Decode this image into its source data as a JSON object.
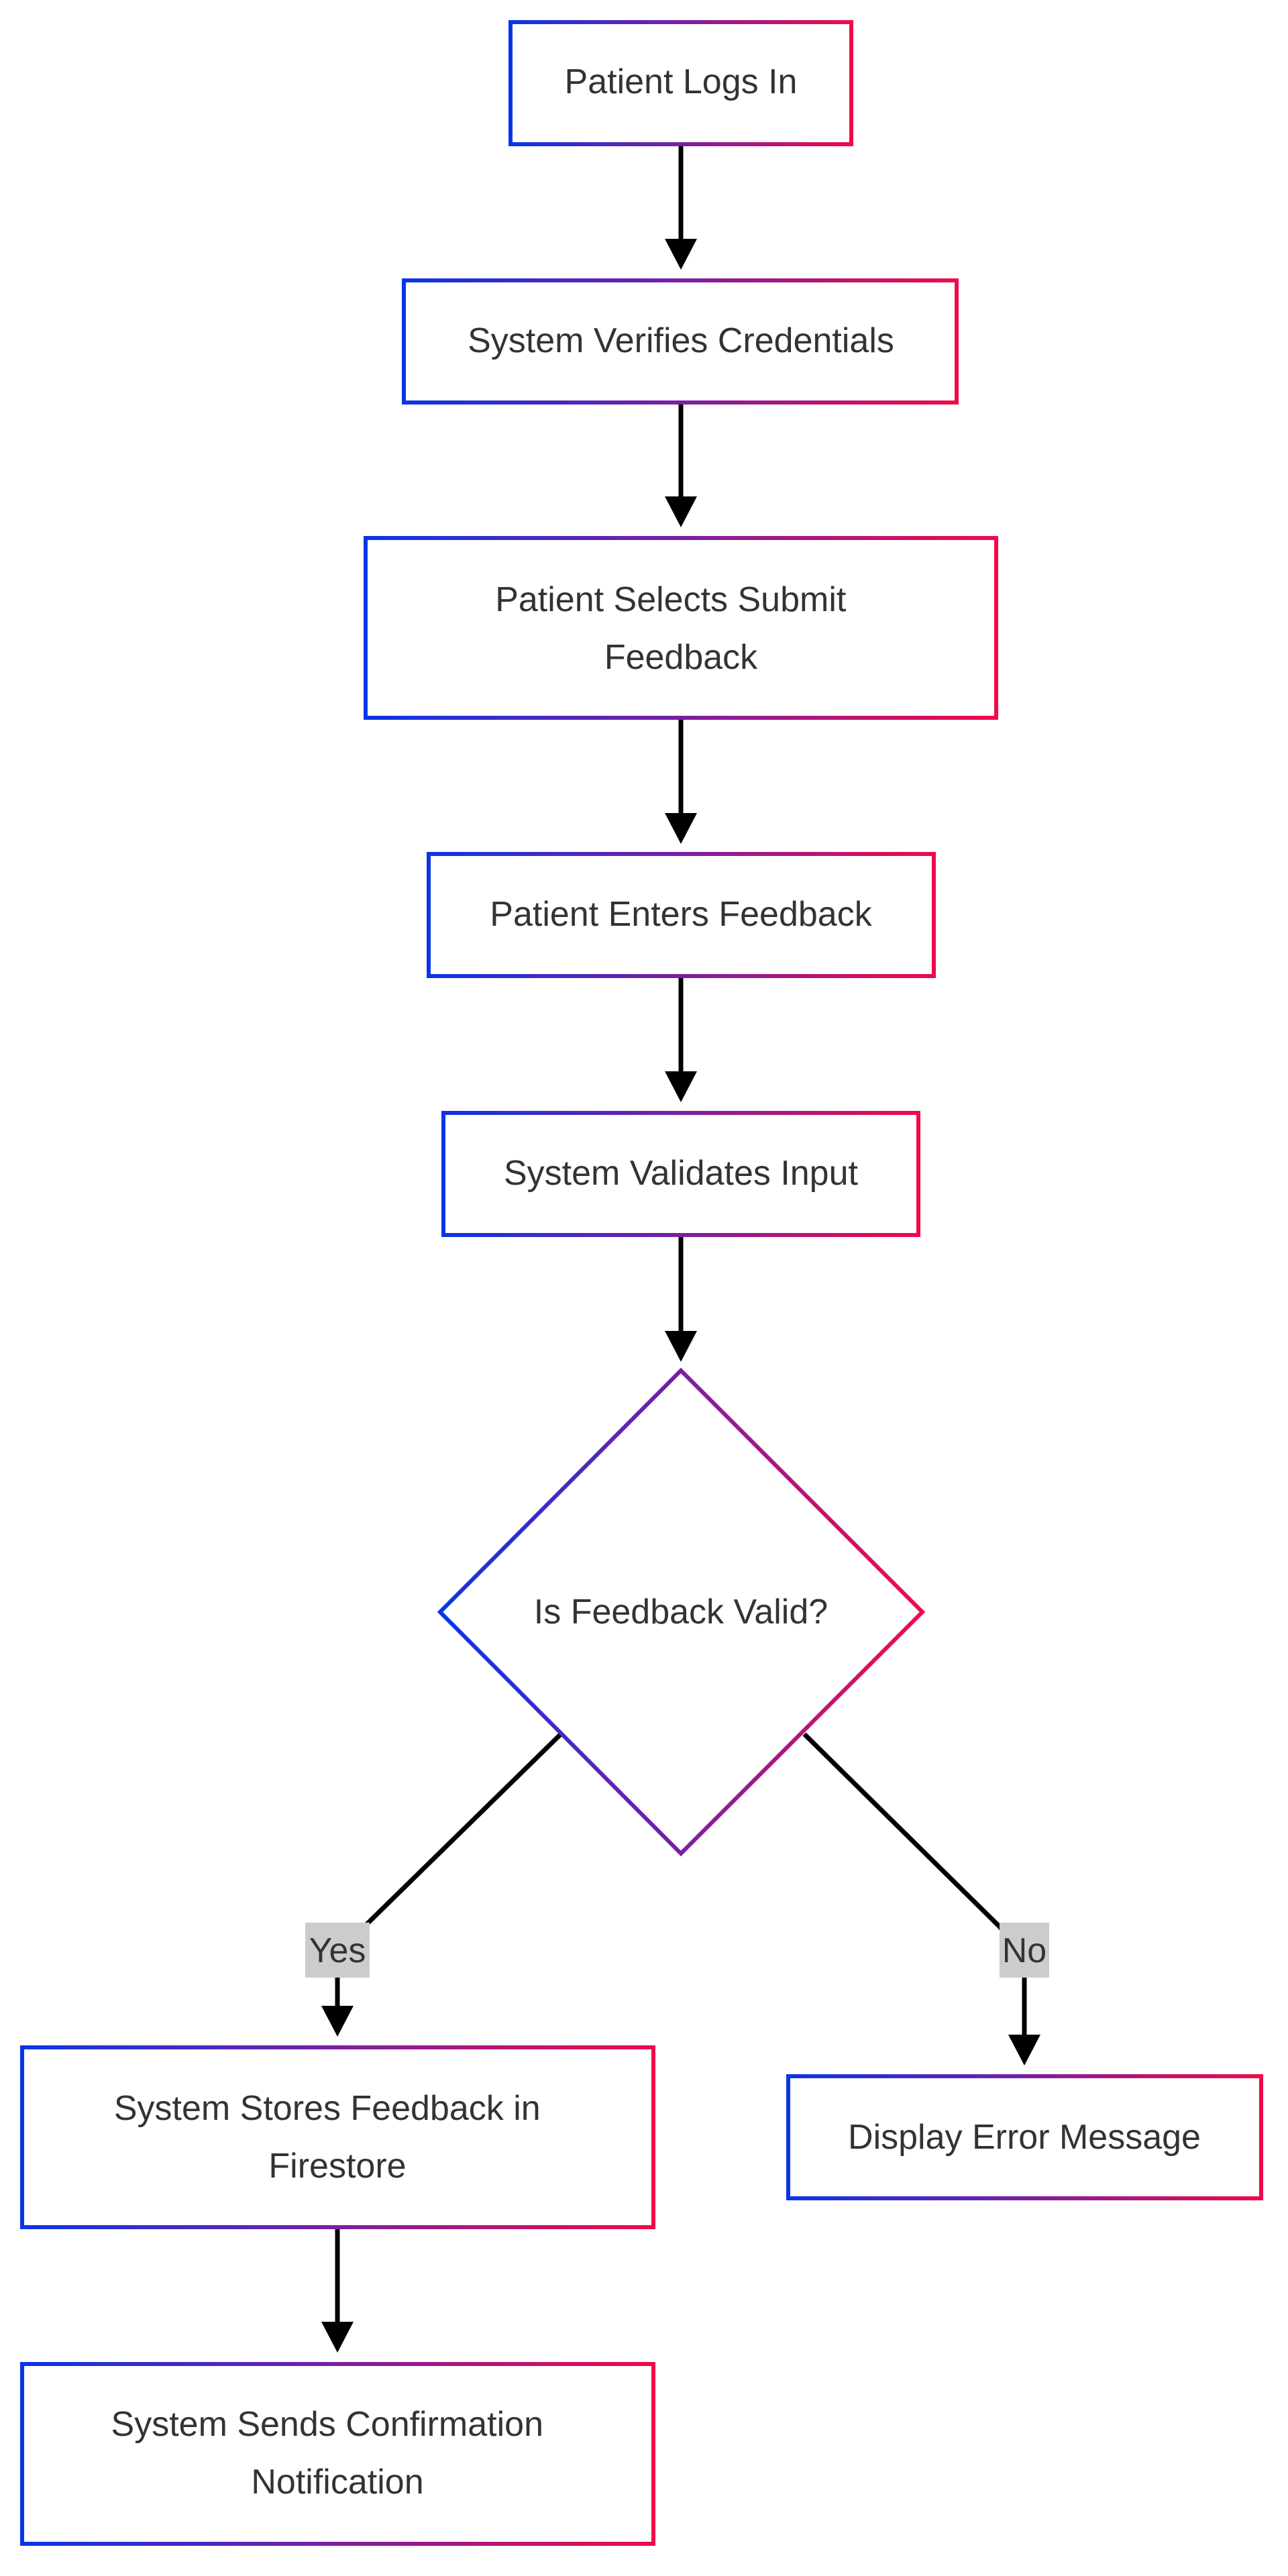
{
  "diagram": {
    "colors": {
      "border_start": "#0a35e6",
      "border_mid": "#7a1fa2",
      "border_end": "#f00a4a",
      "text": "#333333",
      "arrow": "#000000",
      "label_bg": "#cccccc"
    },
    "nodes": {
      "patient_logs_in": "Patient Logs In",
      "system_verifies_credentials": "System Verifies Credentials",
      "patient_selects_submit_feedback": [
        "Patient Selects Submit",
        "Feedback"
      ],
      "patient_enters_feedback": "Patient Enters Feedback",
      "system_validates_input": "System Validates Input",
      "is_feedback_valid": "Is Feedback Valid?",
      "system_stores_feedback": [
        "System Stores Feedback in",
        "Firestore"
      ],
      "display_error_message": "Display Error Message",
      "system_sends_confirmation": [
        "System Sends Confirmation",
        "Notification"
      ]
    },
    "edge_labels": {
      "yes": "Yes",
      "no": "No"
    }
  }
}
